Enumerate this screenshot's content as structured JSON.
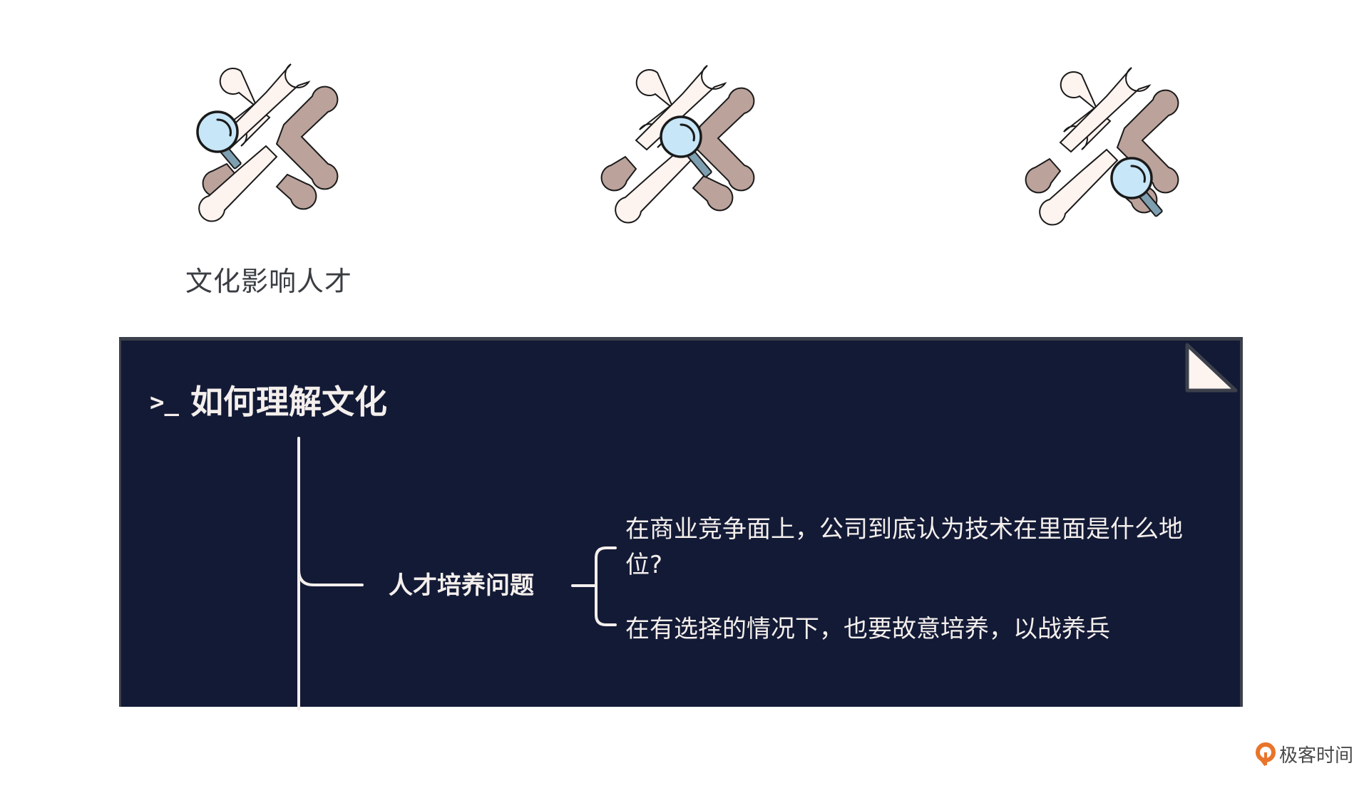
{
  "colors": {
    "background": "#ffffff",
    "card_bg": "#131a36",
    "card_border": "#3b404b",
    "text_light": "#f4efec",
    "bone_light": "#fdf3ef",
    "bone_dark": "#bba29b",
    "magnifier_lens": "#c7e6f7",
    "magnifier_handle": "#7e9fb0",
    "logo_orange": "#e8752a"
  },
  "icons": [
    {
      "name": "bones-magnifier-icon-1",
      "magnifier_position": "left"
    },
    {
      "name": "bones-magnifier-icon-2",
      "magnifier_position": "center"
    },
    {
      "name": "bones-magnifier-icon-3",
      "magnifier_position": "bottom-right"
    }
  ],
  "caption": "文化影响人才",
  "card": {
    "prompt": ">_",
    "title": "如何理解文化",
    "branch": {
      "label": "人才培养问题",
      "leaves": [
        "在商业竞争面上，公司到底认为技术在里面是什么地位?",
        "在有选择的情况下，也要故意培养，以战养兵"
      ]
    }
  },
  "logo": {
    "text": "极客时间"
  }
}
